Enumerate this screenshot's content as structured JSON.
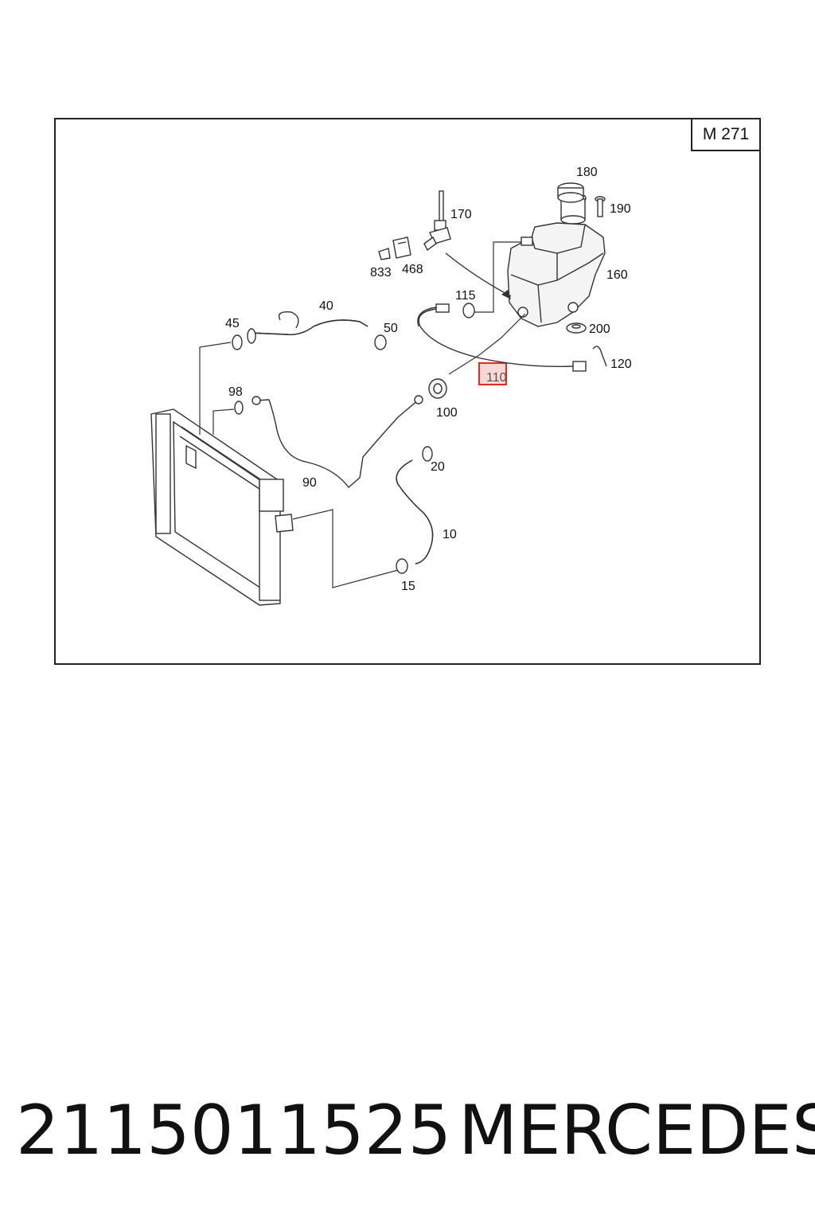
{
  "diagram": {
    "model": "M 271",
    "highlighted_part": "110",
    "part_labels": [
      "180",
      "190",
      "170",
      "833",
      "468",
      "160",
      "115",
      "40",
      "45",
      "50",
      "200",
      "120",
      "110",
      "98",
      "100",
      "20",
      "90",
      "10",
      "15"
    ]
  },
  "footer": {
    "part_number": "2115011525",
    "brand": "MERCEDES"
  },
  "colors": {
    "highlight": "#e02a2a",
    "line": "#333333"
  }
}
